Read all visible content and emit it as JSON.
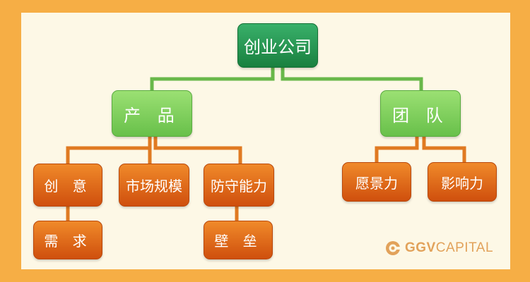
{
  "colors": {
    "frame": "#f6ae45",
    "canvas": "#fdf8e6",
    "root": "#1f8a47",
    "mid": "#7fcf5d",
    "leaf": "#e06a1a",
    "green_line": "#69b84a",
    "orange_line": "#e07a22",
    "logo": "#e2a25a"
  },
  "diagram": {
    "root": {
      "label": "创业公司"
    },
    "product": {
      "label": "产 品",
      "children": {
        "creativity": {
          "label": "创 意",
          "child": {
            "label": "需 求"
          }
        },
        "market_size": {
          "label": "市场规模"
        },
        "defensibility": {
          "label": "防守能力",
          "child": {
            "label": "壁 垒"
          }
        }
      }
    },
    "team": {
      "label": "团 队",
      "children": {
        "vision": {
          "label": "愿景力"
        },
        "influence": {
          "label": "影响力"
        }
      }
    }
  },
  "logo": {
    "icon": "ggv-logo-icon",
    "bold_text": "GGV",
    "thin_text": "CAPITAL"
  }
}
